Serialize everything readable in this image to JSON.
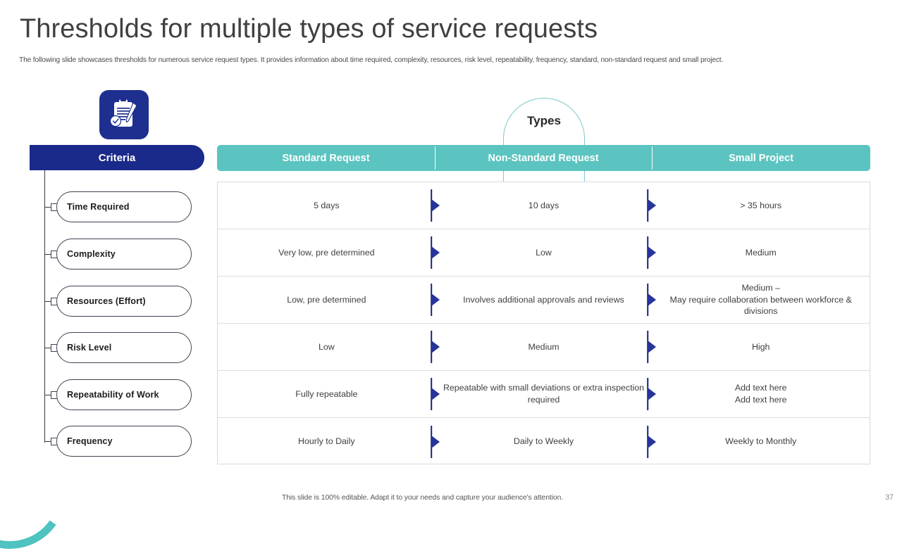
{
  "slide": {
    "title": "Thresholds for multiple types of service requests",
    "subtitle": "The following slide showcases thresholds for numerous service request types. It provides information about time required, complexity, resources, risk level, repeatability, frequency, standard, non-standard request and small project.",
    "footer_note": "This slide is 100% editable. Adapt it to your needs and capture your audience's attention.",
    "page_number": "37"
  },
  "colors": {
    "navy": "#1a2a8a",
    "teal": "#5bc4c0",
    "arc_teal": "#4ec3c0",
    "title_gray": "#404040",
    "body_gray": "#3f3f3f",
    "border_gray": "#d9d9d9"
  },
  "icons": {
    "badge": "clipboard-check-pen-icon",
    "separator": "navy-flag-arrow-icon"
  },
  "criteria": {
    "header_label": "Criteria",
    "items": [
      {
        "label": "Time Required"
      },
      {
        "label": "Complexity"
      },
      {
        "label": "Resources (Effort)"
      },
      {
        "label": "Risk Level"
      },
      {
        "label": "Repeatability of Work"
      },
      {
        "label": "Frequency"
      }
    ]
  },
  "types": {
    "dome_label": "Types"
  },
  "table": {
    "columns": [
      "Standard Request",
      "Non-Standard Request",
      "Small Project"
    ],
    "rows": [
      {
        "criteria": "Time Required",
        "standard": "5 days",
        "non_standard": "10 days",
        "small_project": "> 35 hours"
      },
      {
        "criteria": "Complexity",
        "standard": "Very low, pre determined",
        "non_standard": "Low",
        "small_project": "Medium"
      },
      {
        "criteria": "Resources (Effort)",
        "standard": "Low, pre determined",
        "non_standard": "Involves additional approvals and reviews",
        "small_project": "Medium –\nMay require collaboration between workforce & divisions"
      },
      {
        "criteria": "Risk Level",
        "standard": "Low",
        "non_standard": "Medium",
        "small_project": "High"
      },
      {
        "criteria": "Repeatability of Work",
        "standard": "Fully repeatable",
        "non_standard": "Repeatable with small deviations or extra inspection required",
        "small_project": "Add text here\nAdd text here"
      },
      {
        "criteria": "Frequency",
        "standard": "Hourly to Daily",
        "non_standard": "Daily to Weekly",
        "small_project": "Weekly to Monthly"
      }
    ]
  }
}
